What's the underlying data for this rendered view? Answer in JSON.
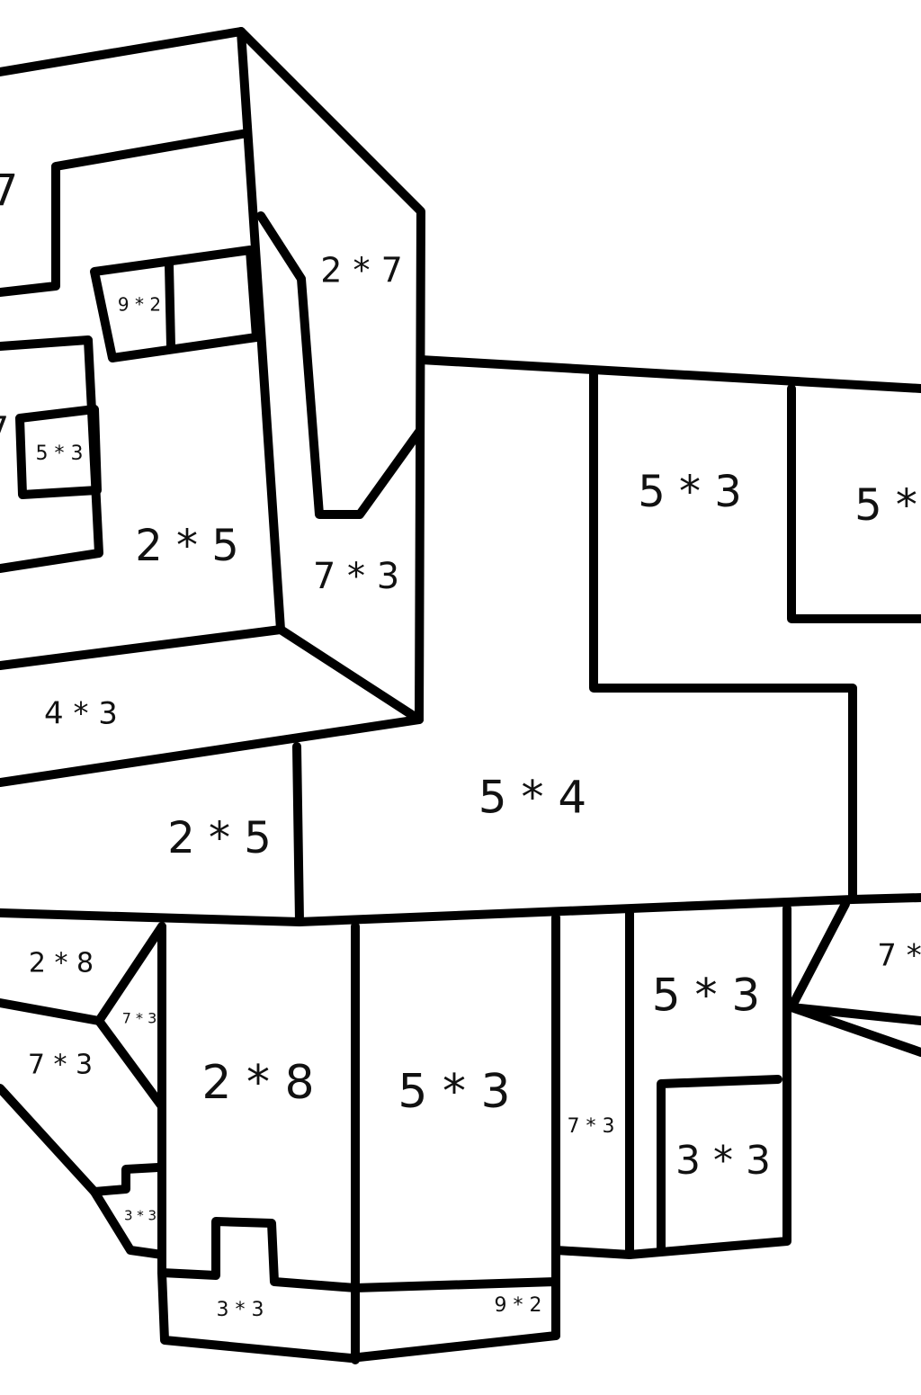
{
  "colors": {
    "outline": "#000000",
    "background": "#ffffff"
  },
  "labels": [
    "7",
    "9 * 2",
    "2 * 7",
    "7",
    "5 * 3",
    "2 * 5",
    "7 * 3",
    "4 * 3",
    "5 * 3",
    "5 *",
    "5 * 4",
    "2 * 5",
    "2 * 8",
    "7 * 3",
    "7 * 3",
    "2 * 8",
    "5 * 3",
    "7 * 3",
    "5 * 3",
    "3 * 3",
    "3 * 3",
    "3 * 3",
    "9 * 2",
    "7 *"
  ]
}
